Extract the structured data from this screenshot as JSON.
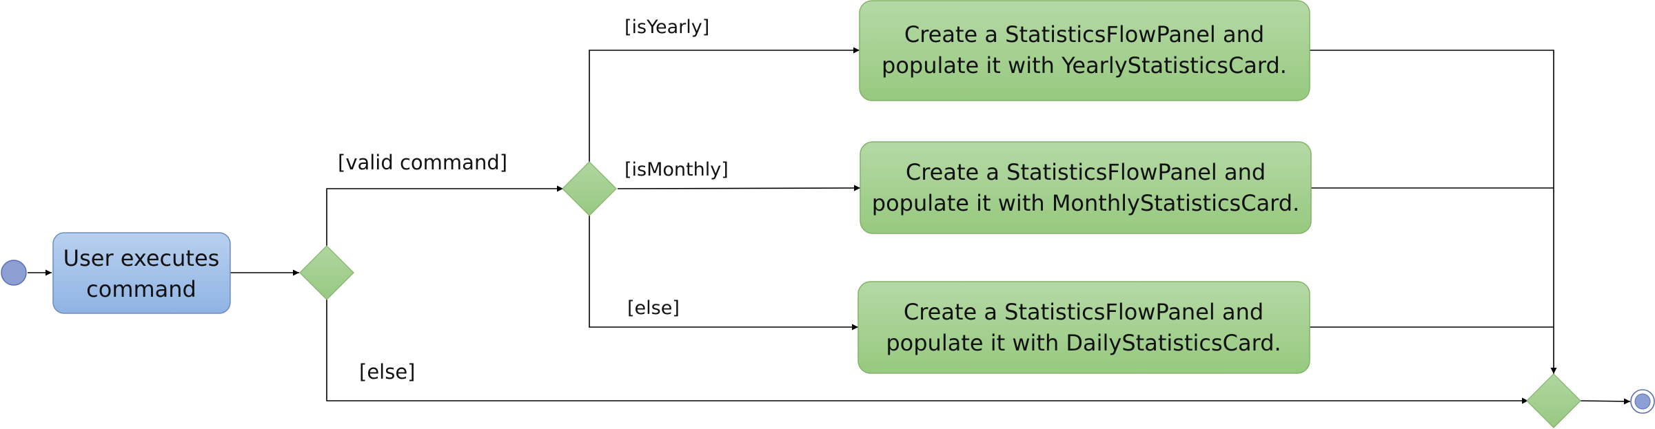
{
  "diagram": {
    "start_node": {
      "kind": "initial"
    },
    "user_action": {
      "lines": [
        "User executes",
        "command"
      ]
    },
    "guards": {
      "valid_command": "[valid command]",
      "else_main": "[else]",
      "is_yearly": "[isYearly]",
      "is_monthly": "[isMonthly]",
      "else_branch": "[else]"
    },
    "actions": {
      "yearly": {
        "lines": [
          "Create a StatisticsFlowPanel and",
          "populate it with YearlyStatisticsCard."
        ]
      },
      "monthly": {
        "lines": [
          "Create a StatisticsFlowPanel and",
          "populate it with MonthlyStatisticsCard."
        ]
      },
      "daily": {
        "lines": [
          "Create a StatisticsFlowPanel and",
          "populate it with DailyStatisticsCard."
        ]
      }
    },
    "end_node": {
      "kind": "final"
    },
    "colors": {
      "blue_fill_top": "#b9d0ef",
      "blue_fill_bottom": "#8fb4e3",
      "blue_stroke": "#6c8ebf",
      "green_fill_top": "#b5d9a6",
      "green_fill_bottom": "#97c97f",
      "green_stroke": "#82b366",
      "node_fill": "#8e9fd6",
      "node_stroke": "#5a6db3"
    }
  }
}
